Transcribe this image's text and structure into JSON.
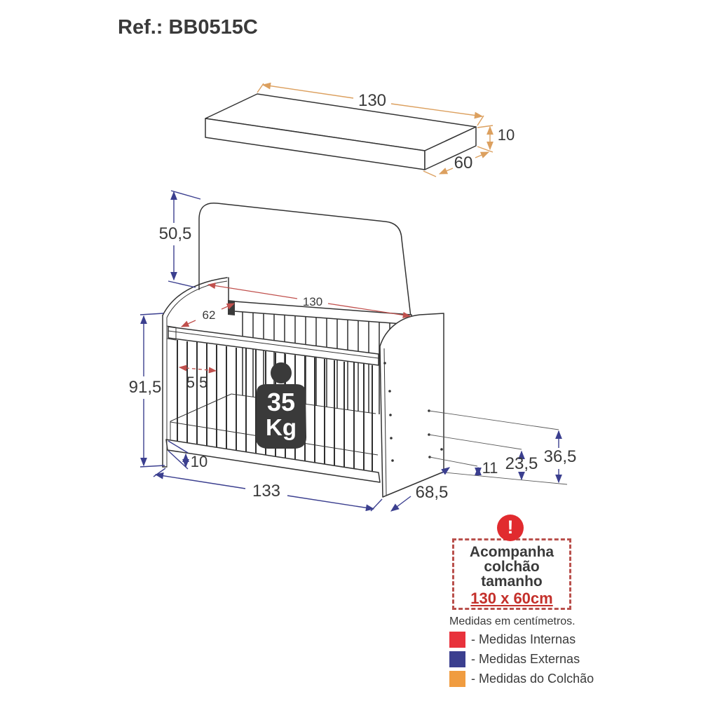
{
  "title": "Ref.: BB0515C",
  "units_note": "Medidas em centímetros.",
  "mattress_dims": {
    "length": "130",
    "depth": "60",
    "height": "10"
  },
  "crib_dims": {
    "headboard_height": "50,5",
    "internal_length": "130",
    "internal_depth": "62",
    "total_height": "91,5",
    "slat_gap": "5,5",
    "base_rail_height": "10",
    "external_length": "133",
    "external_depth": "68,5",
    "mattress_position_low": "11",
    "mattress_position_mid": "23,5",
    "mattress_position_high": "36,5"
  },
  "weight_limit": {
    "value": "35",
    "unit": "Kg"
  },
  "mattress_note": {
    "icon_glyph": "!",
    "line1": "Acompanha",
    "line2": "colchão",
    "line3": "tamanho",
    "size": "130 x 60cm"
  },
  "legend": {
    "title": "Medidas em centímetros.",
    "items": [
      {
        "label": "- Medidas Internas",
        "color": "#e8323c",
        "swatch_style": "background-color:#e8323c"
      },
      {
        "label": "- Medidas Externas",
        "color": "#3b3f8f",
        "swatch_style": "background-color:#3b3f8f"
      },
      {
        "label": "- Medidas do Colchão",
        "color": "#f09c40",
        "swatch_style": "background-color:#f09c40"
      }
    ]
  },
  "colors": {
    "internal_dimension": "#c0504d",
    "external_dimension": "#3b3f8f",
    "mattress_dimension": "#dca05f",
    "outline": "#333333",
    "label_text": "#3a3a3a",
    "alert_circle": "#e12b2f",
    "note_border": "#b9504c",
    "note_size_text": "#c4302b"
  }
}
